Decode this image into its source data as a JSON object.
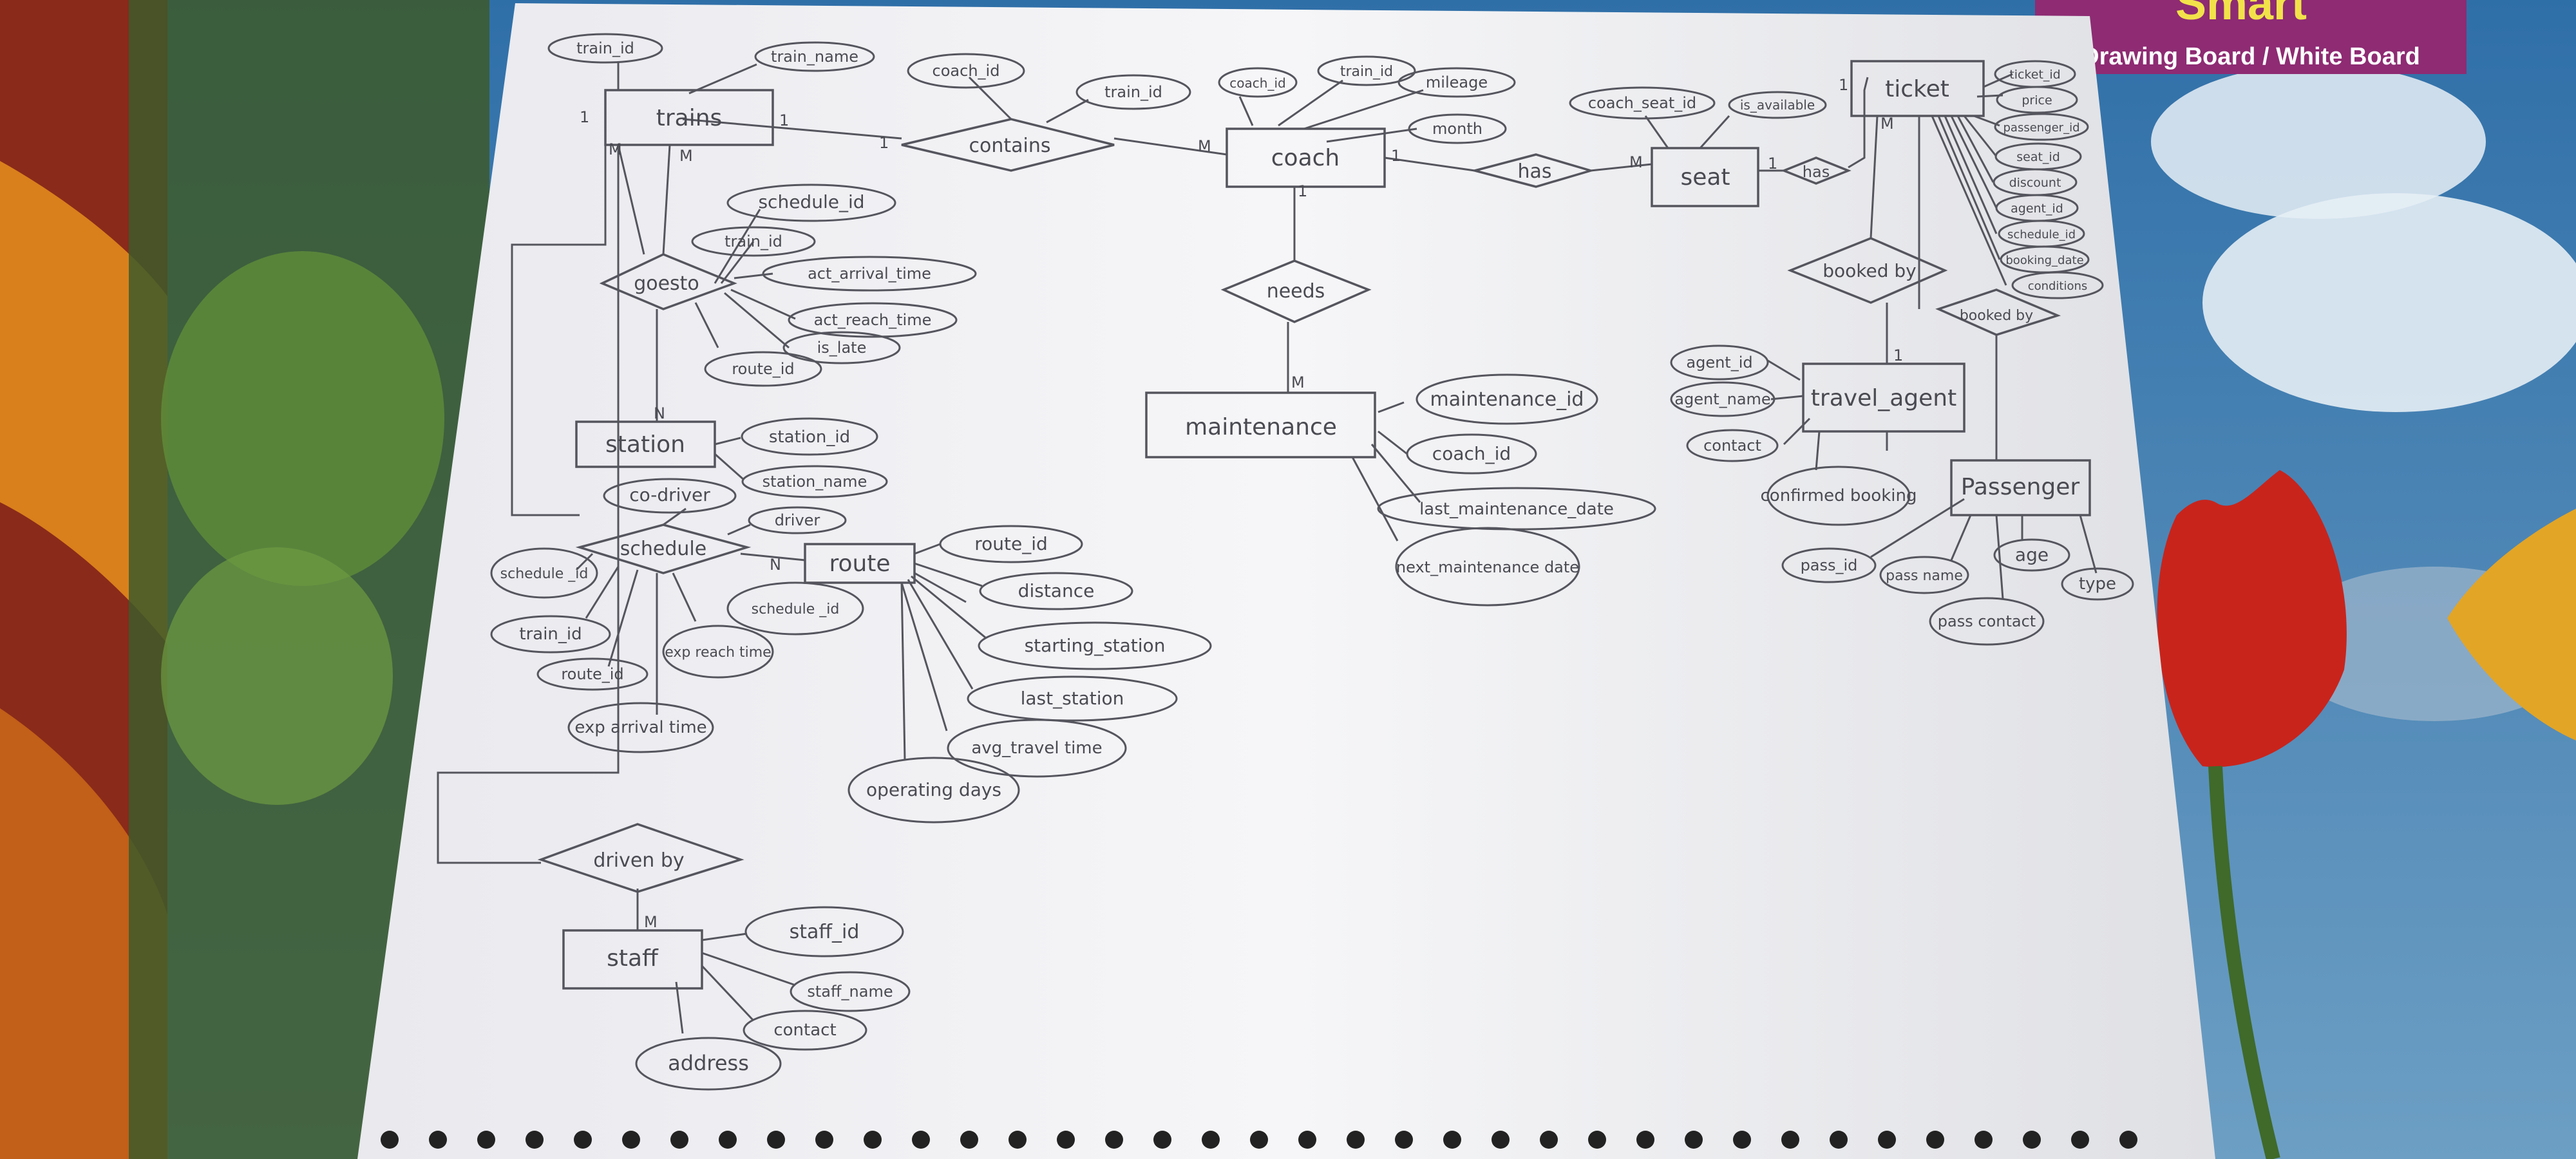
{
  "brand": {
    "name": "Smart",
    "tagline": "Drawing Board / White Board"
  },
  "entities": [
    {
      "id": "trains",
      "label": "trains"
    },
    {
      "id": "coach",
      "label": "coach"
    },
    {
      "id": "seat",
      "label": "seat"
    },
    {
      "id": "ticket",
      "label": "ticket"
    },
    {
      "id": "station",
      "label": "station"
    },
    {
      "id": "maintenance",
      "label": "maintenance"
    },
    {
      "id": "travel_agent",
      "label": "travel_agent"
    },
    {
      "id": "passenger",
      "label": "Passenger"
    },
    {
      "id": "route",
      "label": "route"
    },
    {
      "id": "staff",
      "label": "staff"
    }
  ],
  "relationships": [
    {
      "id": "contains",
      "label": "contains"
    },
    {
      "id": "has1",
      "label": "has"
    },
    {
      "id": "has2",
      "label": "has"
    },
    {
      "id": "goesto",
      "label": "goesto"
    },
    {
      "id": "needs",
      "label": "needs"
    },
    {
      "id": "booked_by1",
      "label": "booked by"
    },
    {
      "id": "booked_by2",
      "label": "booked by"
    },
    {
      "id": "schedule",
      "label": "schedule"
    },
    {
      "id": "driven_by",
      "label": "driven by"
    }
  ],
  "attributes": [
    {
      "id": "a_train_id",
      "label": "train_id"
    },
    {
      "id": "a_train_name",
      "label": "train_name"
    },
    {
      "id": "a_coach_id",
      "label": "coach_id"
    },
    {
      "id": "a_c_train_id",
      "label": "train_id"
    },
    {
      "id": "a_coach_id2",
      "label": "coach_id"
    },
    {
      "id": "a_train_id3",
      "label": "train_id"
    },
    {
      "id": "a_mileage",
      "label": "mileage"
    },
    {
      "id": "a_month",
      "label": "month"
    },
    {
      "id": "a_coach_seat_id",
      "label": "coach_seat_id"
    },
    {
      "id": "a_is_available",
      "label": "is_available"
    },
    {
      "id": "a_ticket_id",
      "label": "ticket_id"
    },
    {
      "id": "a_price",
      "label": "price"
    },
    {
      "id": "a_passenger_id",
      "label": "passenger_id"
    },
    {
      "id": "a_seat_id",
      "label": "seat_id"
    },
    {
      "id": "a_discount",
      "label": "discount"
    },
    {
      "id": "a_agent_id",
      "label": "agent_id"
    },
    {
      "id": "a_schedule_id",
      "label": "schedule_id"
    },
    {
      "id": "a_booking_date",
      "label": "booking_date"
    },
    {
      "id": "a_conditions",
      "label": "conditions"
    },
    {
      "id": "a_g_schedule_id",
      "label": "schedule_id"
    },
    {
      "id": "a_g_train_id",
      "label": "train_id"
    },
    {
      "id": "a_act_arrival",
      "label": "act_arrival_time"
    },
    {
      "id": "a_act_reach",
      "label": "act_reach_time"
    },
    {
      "id": "a_is_late",
      "label": "is_late"
    },
    {
      "id": "a_g_route_id",
      "label": "route_id"
    },
    {
      "id": "a_station_id",
      "label": "station_id"
    },
    {
      "id": "a_station_name",
      "label": "station_name"
    },
    {
      "id": "a_maintenance_id",
      "label": "maintenance_id"
    },
    {
      "id": "a_m_coach_id",
      "label": "coach_id"
    },
    {
      "id": "a_last_maint",
      "label": "last_maintenance_date"
    },
    {
      "id": "a_next_maint",
      "label": "next_maintenance date"
    },
    {
      "id": "a_agent_id2",
      "label": "agent_id"
    },
    {
      "id": "a_agent_name",
      "label": "agent_name"
    },
    {
      "id": "a_contact",
      "label": "contact"
    },
    {
      "id": "a_confirmed",
      "label": "confirmed booking"
    },
    {
      "id": "a_pass_id",
      "label": "pass_id"
    },
    {
      "id": "a_pass_name",
      "label": "pass name"
    },
    {
      "id": "a_age",
      "label": "age"
    },
    {
      "id": "a_type",
      "label": "type"
    },
    {
      "id": "a_pass_contact",
      "label": "pass contact"
    },
    {
      "id": "a_co_driver",
      "label": "co-driver"
    },
    {
      "id": "a_driver",
      "label": "driver"
    },
    {
      "id": "a_s_schedule_id",
      "label": "schedule _id"
    },
    {
      "id": "a_s_train_id",
      "label": "train_id"
    },
    {
      "id": "a_s_route_id",
      "label": "route_id"
    },
    {
      "id": "a_exp_reach",
      "label": "exp reach time"
    },
    {
      "id": "a_exp_arrival",
      "label": "exp arrival time"
    },
    {
      "id": "a_r_route_id",
      "label": "route_id"
    },
    {
      "id": "a_distance",
      "label": "distance"
    },
    {
      "id": "a_r_schedule_id",
      "label": "schedule _id"
    },
    {
      "id": "a_starting",
      "label": "starting_station"
    },
    {
      "id": "a_last_station",
      "label": "last_station"
    },
    {
      "id": "a_avg_travel",
      "label": "avg_travel time"
    },
    {
      "id": "a_operating",
      "label": "operating days"
    },
    {
      "id": "a_staff_id",
      "label": "staff_id"
    },
    {
      "id": "a_staff_name",
      "label": "staff_name"
    },
    {
      "id": "a_s_contact",
      "label": "contact"
    },
    {
      "id": "a_address",
      "label": "address"
    }
  ],
  "cardinalities": [
    {
      "id": "c1",
      "label": "1"
    },
    {
      "id": "c2",
      "label": "M"
    },
    {
      "id": "c3",
      "label": "M"
    },
    {
      "id": "c4",
      "label": "1"
    },
    {
      "id": "c5",
      "label": "M"
    },
    {
      "id": "c6",
      "label": "1"
    },
    {
      "id": "c7",
      "label": "M"
    },
    {
      "id": "c8",
      "label": "1"
    },
    {
      "id": "c9",
      "label": "1"
    },
    {
      "id": "c10",
      "label": "M"
    },
    {
      "id": "c11",
      "label": "N"
    },
    {
      "id": "c12",
      "label": "1"
    },
    {
      "id": "c13",
      "label": "M"
    },
    {
      "id": "c14",
      "label": "1"
    },
    {
      "id": "c15",
      "label": "N"
    },
    {
      "id": "c16",
      "label": "M"
    },
    {
      "id": "c17",
      "label": "1"
    }
  ]
}
